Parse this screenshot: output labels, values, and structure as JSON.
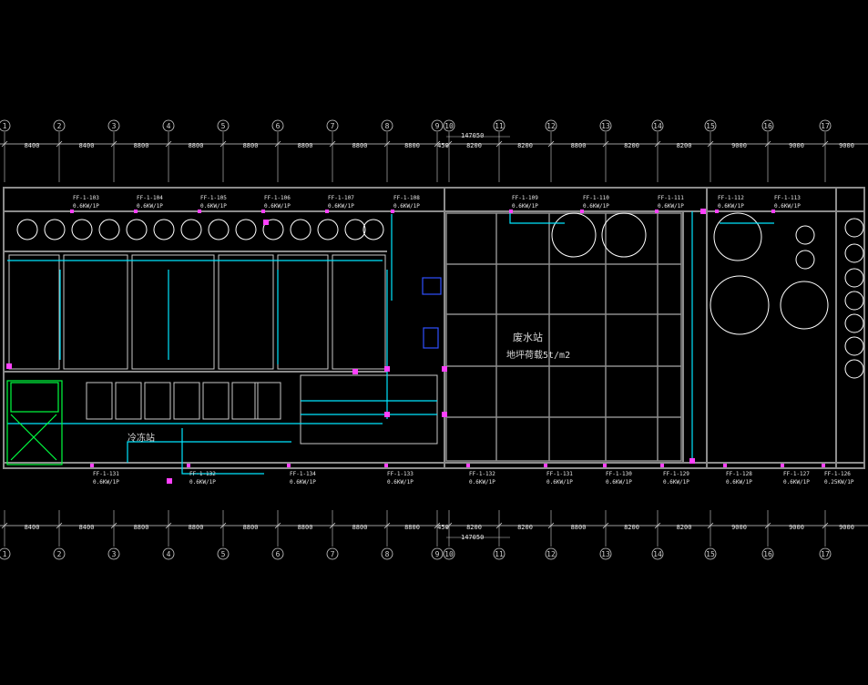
{
  "colors": {
    "background": "#000000",
    "grid": "#d0d0d0",
    "wall": "#8c8c8c",
    "text": "#e8e8e8",
    "annotation": "#ff40ff",
    "pipe": "#00e5ff",
    "equipment": "#00ff40",
    "outline": "#ffffff",
    "duct_blue": "#3050ff"
  },
  "axes": {
    "labels": [
      "1",
      "2",
      "3",
      "4",
      "5",
      "6",
      "7",
      "8",
      "9",
      "10",
      "11",
      "12",
      "13",
      "14",
      "15",
      "16",
      "17"
    ],
    "spacings_top": [
      "8400",
      "8400",
      "8800",
      "8800",
      "8800",
      "8800",
      "8800",
      "8800",
      "450",
      "8200",
      "8200",
      "8800",
      "8200",
      "8200",
      "9000",
      "9000",
      "9000"
    ],
    "spacings_bottom": [
      "8400",
      "8400",
      "8800",
      "8800",
      "8800",
      "8800",
      "8800",
      "8800",
      "450",
      "8200",
      "8200",
      "8800",
      "8200",
      "8200",
      "9000",
      "9000",
      "9000"
    ],
    "total": "147050"
  },
  "room_labels": {
    "water_station": "废水站",
    "floor_load": "地坪荷载5t/m2",
    "left_room": "冷冻站"
  },
  "top_equipment_tags": [
    {
      "id": "FF-1-103",
      "spec": "0.6KW/1P"
    },
    {
      "id": "FF-1-104",
      "spec": "0.6KW/1P"
    },
    {
      "id": "FF-1-105",
      "spec": "0.6KW/1P"
    },
    {
      "id": "FF-1-106",
      "spec": "0.6KW/1P"
    },
    {
      "id": "FF-1-107",
      "spec": "0.6KW/1P"
    },
    {
      "id": "FF-1-108",
      "spec": "0.6KW/1P"
    },
    {
      "id": "FF-1-109",
      "spec": "0.6KW/1P"
    },
    {
      "id": "FF-1-110",
      "spec": "0.6KW/1P"
    },
    {
      "id": "FF-1-111",
      "spec": "0.6KW/1P"
    },
    {
      "id": "FF-1-112",
      "spec": "0.6KW/1P"
    },
    {
      "id": "FF-1-113",
      "spec": "0.6KW/1P"
    }
  ],
  "bottom_equipment_tags": [
    {
      "id": "FF-1-131",
      "spec": "0.6KW/1P"
    },
    {
      "id": "FF-1-132",
      "spec": "0.6KW/1P"
    },
    {
      "id": "FF-1-134",
      "spec": "0.6KW/1P"
    },
    {
      "id": "FF-1-133",
      "spec": "0.6KW/1P"
    },
    {
      "id": "FF-1-132",
      "spec": "0.6KW/1P"
    },
    {
      "id": "FF-1-131",
      "spec": "0.6KW/1P"
    },
    {
      "id": "FF-1-130",
      "spec": "0.6KW/1P"
    },
    {
      "id": "FF-1-129",
      "spec": "0.6KW/1P"
    },
    {
      "id": "FF-1-128",
      "spec": "0.6KW/1P"
    },
    {
      "id": "FF-1-127",
      "spec": "0.6KW/1P"
    },
    {
      "id": "FF-1-126",
      "spec": "0.25KW/1P"
    }
  ]
}
